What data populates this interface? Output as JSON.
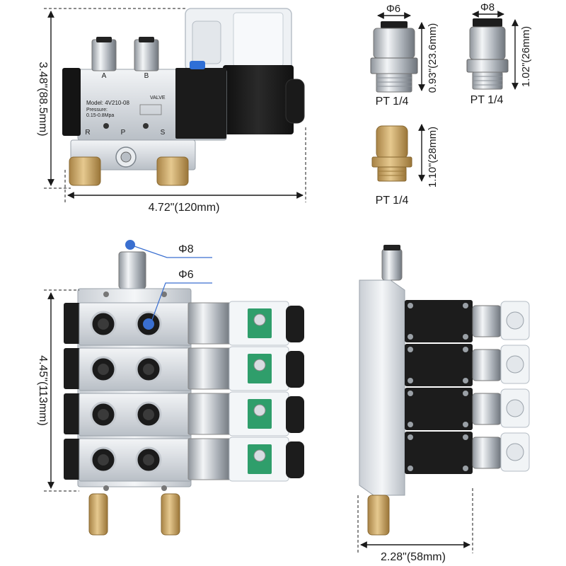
{
  "top_valve": {
    "port_a": "A",
    "port_b": "B",
    "port_r": "R",
    "port_p": "P",
    "port_s": "S",
    "valve_word": "VALVE",
    "plate_model": "Model: 4V210-08",
    "plate_pressure_label": "Pressure:",
    "plate_pressure_value": "0.15-0.8Mpa",
    "height_dim": "3.48\"(88.5mm)",
    "width_dim": "4.72\"(120mm)"
  },
  "fittings": {
    "fitting1": {
      "diameter": "Φ6",
      "dim": "0.93\"(23.6mm)",
      "thread": "PT 1/4"
    },
    "fitting2": {
      "diameter": "Φ8",
      "dim": "1.02\"(26mm)",
      "thread": "PT 1/4"
    },
    "muffler": {
      "dim": "1.10\"(28mm)",
      "thread": "PT 1/4"
    }
  },
  "manifold": {
    "callout_large": "Φ8",
    "callout_small": "Φ6",
    "height_dim": "4.45\"(113mm)",
    "side_width_dim": "2.28\"(58mm)",
    "valve_count": 4
  },
  "colors": {
    "body_black": "#1c1c1c",
    "aluminum": "#d9dde2",
    "brass": "#c9a86a",
    "callout_blue": "#3a6fd0",
    "pcb_green": "#2f9e6b"
  }
}
